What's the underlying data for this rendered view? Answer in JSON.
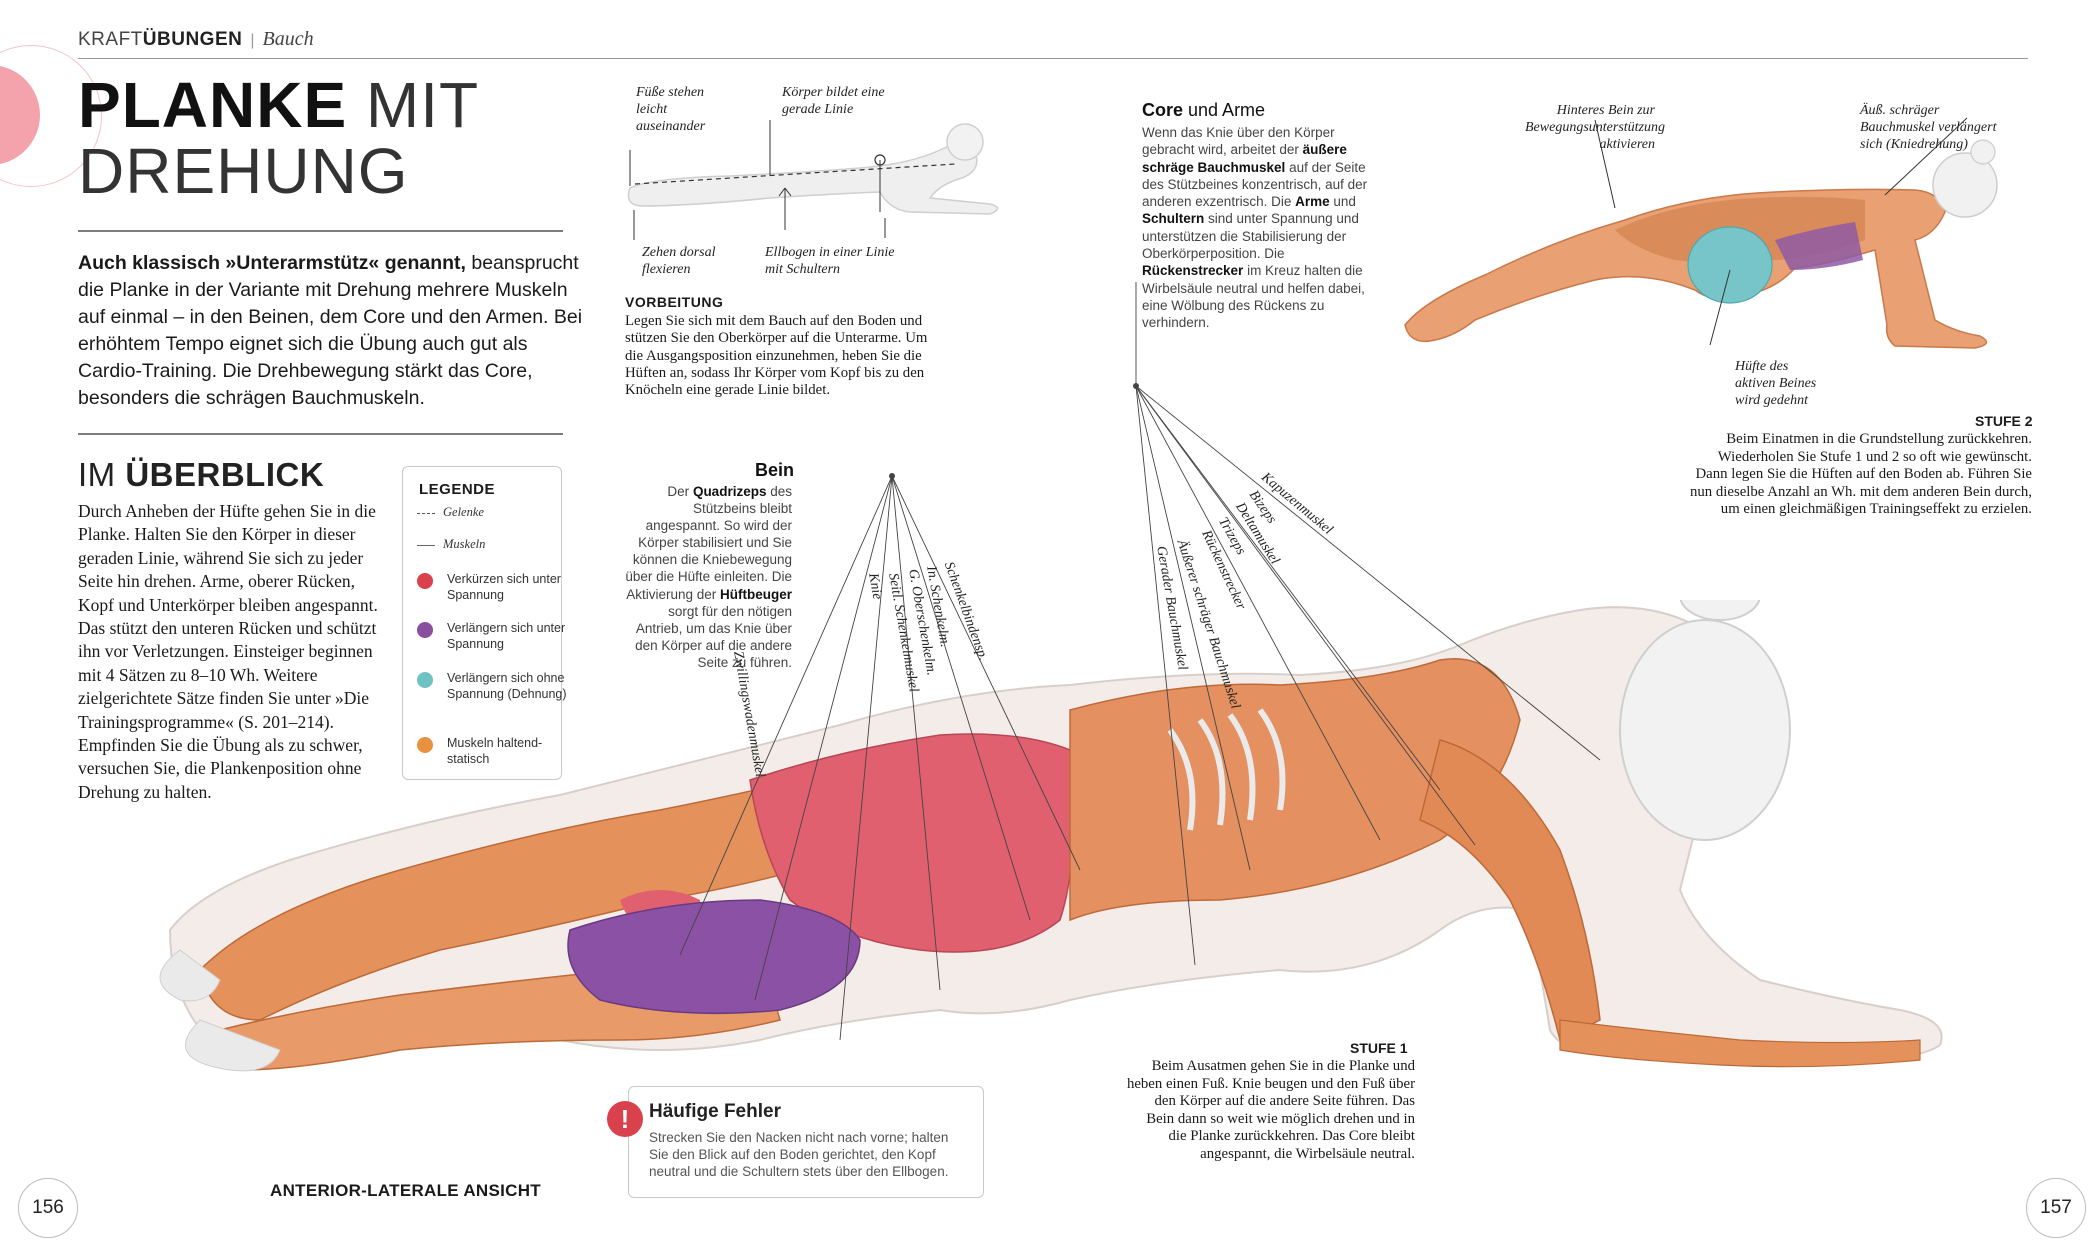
{
  "header": {
    "category_light": "KRAFT",
    "category_bold": "ÜBUNGEN",
    "separator": "|",
    "section": "Bauch"
  },
  "title": {
    "line1_bold": "PLANKE",
    "line1_light": " MIT",
    "line2": "DREHUNG"
  },
  "intro": {
    "bold": "Auch klassisch »Unterarmstütz« genannt,",
    "text": " beansprucht die Planke in der Variante mit Drehung mehrere Muskeln auf einmal – in den Beinen, dem Core und den Armen. Bei erhöhtem Tempo eignet sich die Übung auch gut als Cardio-Training. Die Drehbewegung stärkt das Core, besonders die schrägen Bauchmuskeln."
  },
  "overview": {
    "title_light": "IM ",
    "title_bold": "ÜBERBLICK",
    "text": "Durch Anheben der Hüfte gehen Sie in die Planke. Halten Sie den Körper in dieser geraden Linie, während Sie sich zu jeder Seite hin drehen. Arme, oberer Rücken, Kopf und Unterkörper bleiben angespannt. Das stützt den unteren Rücken und schützt ihn vor Verletzungen. Einsteiger beginnen mit 4 Sätzen zu 8–10 Wh. Weitere zielgerichtete Sätze finden Sie unter »Die Trainingsprogramme« (S. 201–214). Empfinden Sie die Übung als zu schwer, versuchen Sie, die Plankenposition ohne Drehung zu halten."
  },
  "legend": {
    "title": "LEGENDE",
    "joints": "Gelenke",
    "muscles": "Muskeln",
    "items": [
      {
        "label": "Verkürzen sich unter Spannung",
        "color": "#d9414c"
      },
      {
        "label": "Verlängern sich unter Spannung",
        "color": "#8a4f9e"
      },
      {
        "label": "Verlängern sich ohne Spannung (Dehnung)",
        "color": "#6cc3c1"
      },
      {
        "label": "Muskeln haltend-statisch",
        "color": "#e8913f"
      }
    ]
  },
  "top_figure": {
    "ann_feet": "Füße stehen leicht auseinander",
    "ann_body": "Körper bildet eine gerade Linie",
    "ann_toes": "Zehen dorsal flexieren",
    "ann_elbows": "Ellbogen in einer Linie mit Schultern"
  },
  "vorbereitung": {
    "title": "VORBEITUNG",
    "text": "Legen Sie sich mit dem Bauch auf den Boden und stützen Sie den Oberkörper auf die Unterarme. Um die Ausgangsposition einzunehmen, heben Sie die Hüften an, sodass Ihr Körper vom Kopf bis zu den Knöcheln eine gerade Linie bildet."
  },
  "core": {
    "title_bold": "Core",
    "title_rest": " und Arme",
    "t1": "Wenn das Knie über den Körper gebracht wird, arbeitet der ",
    "b1": "äußere schräge Bauchmuskel",
    "t2": " auf der Seite des Stützbeines konzentrisch, auf der anderen exzentrisch. Die ",
    "b2": "Arme",
    "t3": " und ",
    "b3": "Schultern",
    "t4": " sind unter Spannung und unterstützen die Stabilisierung der Oberkörperposition. Die ",
    "b4": "Rückenstrecker",
    "t5": " im Kreuz halten die Wirbelsäule neutral und helfen dabei, eine Wölbung des Rückens zu verhindern."
  },
  "right_figure": {
    "ann_leg": "Hinteres Bein zur Bewegungsunterstützung aktivieren",
    "ann_oblique": "Äuß. schräger Bauchmuskel verlängert sich (Kniedrehung)",
    "ann_hip": "Hüfte des aktiven Beines wird gedehnt"
  },
  "stufe2": {
    "title": "STUFE 2",
    "text": "Beim Einatmen in die Grundstellung zurückkehren. Wiederholen Sie Stufe 1 und 2 so oft wie gewünscht. Dann legen Sie die Hüften auf den Boden ab. Führen Sie nun dieselbe Anzahl an Wh. mit dem anderen Bein durch, um einen gleichmäßigen Trainingseffekt zu erzielen."
  },
  "bein": {
    "title": "Bein",
    "t1": "Der ",
    "b1": "Quadrizeps",
    "t2": " des Stützbeins bleibt angespannt. So wird der Körper stabilisiert und Sie können die Kniebewegung über die Hüfte einleiten. Die Aktivierung der ",
    "b2": "Hüftbeuger",
    "t3": " sorgt für den nötigen Antrieb, um das Knie über den Körper auf die andere Seite zu führen."
  },
  "muscle_labels": {
    "m1": "Zwillingswadenmuskel",
    "m2": "Knie",
    "m3": "Seitl. Schenkelmuskel",
    "m4": "G. Oberschenkelm.",
    "m5": "In. Schenkelm.",
    "m6": "Schenkelbindensp.",
    "m7": "Gerader Bauchmuskel",
    "m8": "Äußerer schräger Bauchmuskel",
    "m9": "Rückenstrecker",
    "m10": "Trizeps",
    "m11": "Deltamuskel",
    "m12": "Bizeps",
    "m13": "Kapuzenmuskel"
  },
  "stufe1": {
    "title": "STUFE 1",
    "text": "Beim Ausatmen gehen Sie in die Planke und heben einen Fuß. Knie beugen und den Fuß über den Körper auf die andere Seite führen. Das Bein dann so weit wie möglich drehen und in die Planke zurückkehren. Das Core bleibt angespannt, die Wirbelsäule neutral."
  },
  "fehler": {
    "icon": "!",
    "title": "Häufige Fehler",
    "text": "Strecken Sie den Nacken nicht nach vorne; halten Sie den Blick auf den Boden gerichtet, den Kopf neutral und die Schultern stets über den Ellbogen."
  },
  "view_label": "ANTERIOR-LATERALE ANSICHT",
  "page_left": "156",
  "page_right": "157"
}
